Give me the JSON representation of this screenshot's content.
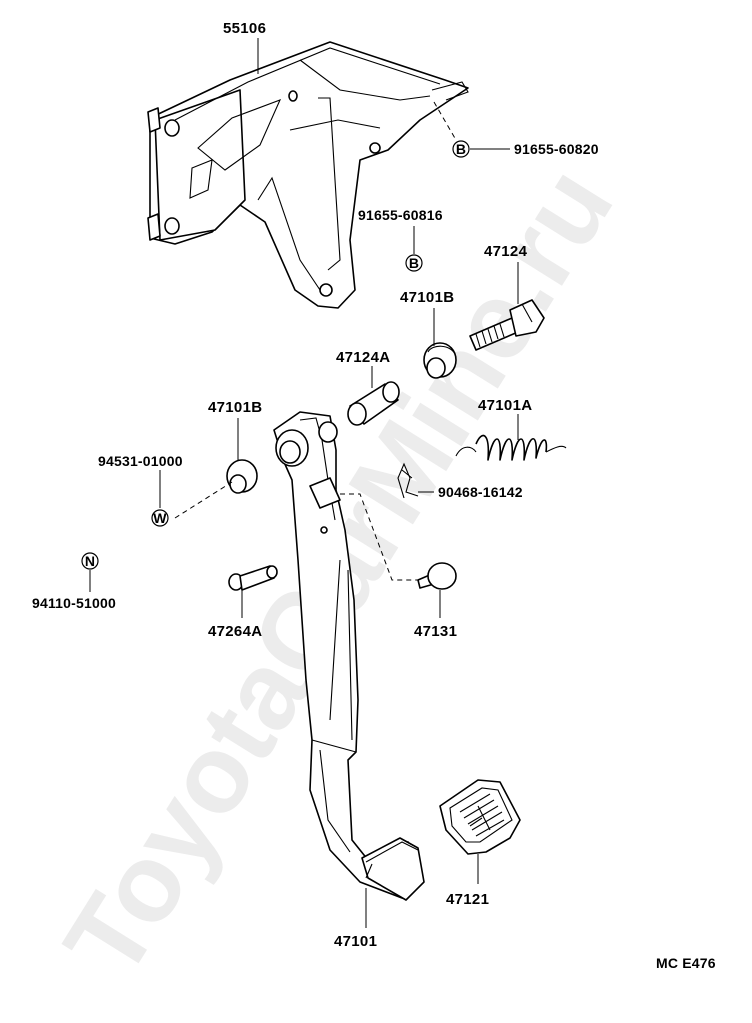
{
  "watermark": "ToyotaCarMine.ru",
  "diagram_code": "MC E476",
  "parts": {
    "bracket": "55106",
    "bracket_bolt_upper": "91655-60820",
    "bracket_bolt_lower": "91655-60816",
    "bolt": "47124",
    "bushing_upper": "47101B",
    "collar": "47124A",
    "bushing_left": "47101B",
    "spring": "47101A",
    "washer": "94531-01000",
    "clip": "90468-16142",
    "nut": "94110-51000",
    "pin": "47264A",
    "clevis_pin": "47131",
    "pedal": "47101",
    "pedal_pad": "47121"
  },
  "symbols": {
    "b_upper": "B",
    "b_lower": "B",
    "w": "W",
    "n": "N"
  }
}
